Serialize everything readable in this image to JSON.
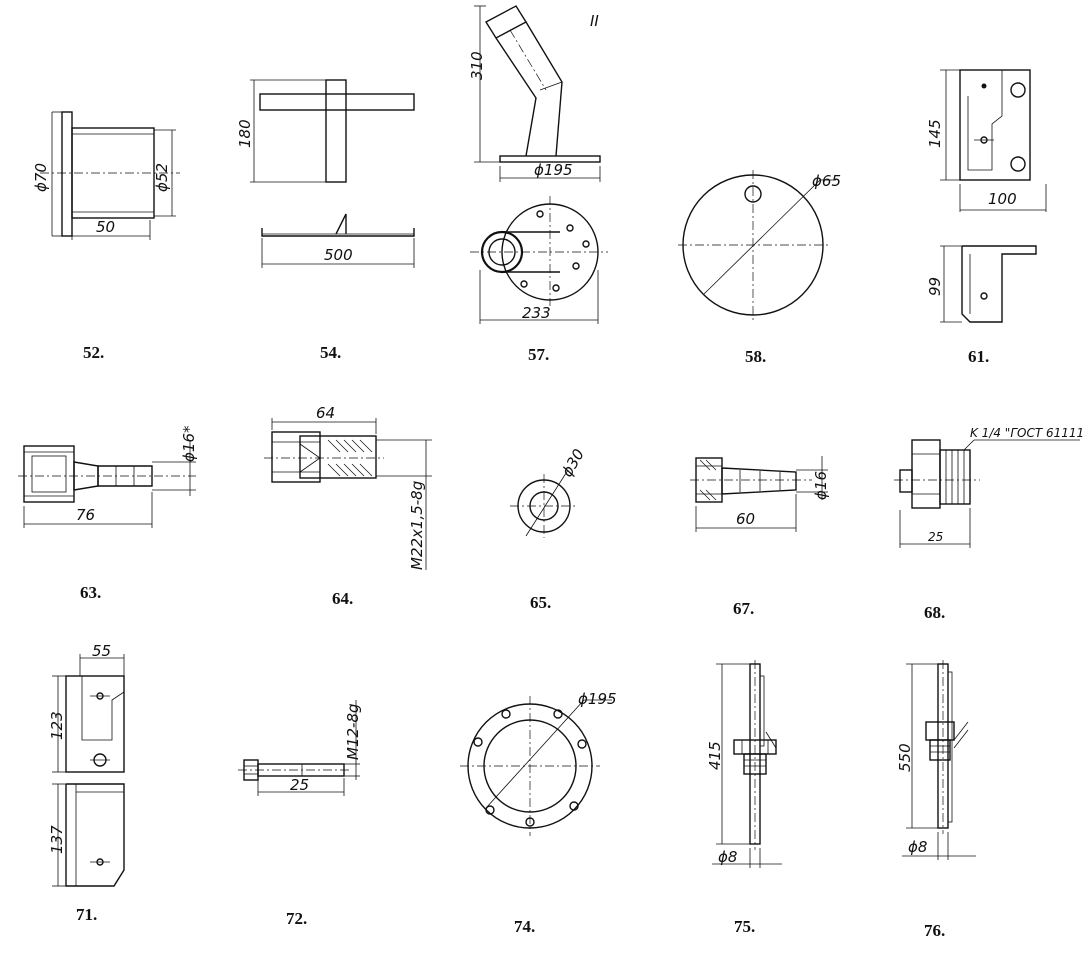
{
  "corner_mark": "II",
  "figures": [
    {
      "id": "fig-52",
      "number": "52.",
      "dims": [
        "ϕ70",
        "ϕ52",
        "50"
      ]
    },
    {
      "id": "fig-54",
      "number": "54.",
      "dims": [
        "180",
        "500"
      ]
    },
    {
      "id": "fig-57",
      "number": "57.",
      "dims": [
        "310",
        "ϕ195",
        "233"
      ]
    },
    {
      "id": "fig-58",
      "number": "58.",
      "dims": [
        "ϕ65"
      ]
    },
    {
      "id": "fig-61",
      "number": "61.",
      "dims": [
        "145",
        "100",
        "99"
      ]
    },
    {
      "id": "fig-63",
      "number": "63.",
      "dims": [
        "ϕ16*",
        "76"
      ]
    },
    {
      "id": "fig-64",
      "number": "64.",
      "dims": [
        "64",
        "M22x1,5-8g"
      ]
    },
    {
      "id": "fig-65",
      "number": "65.",
      "dims": [
        "ϕ30"
      ]
    },
    {
      "id": "fig-67",
      "number": "67.",
      "dims": [
        "ϕ16",
        "60"
      ]
    },
    {
      "id": "fig-68",
      "number": "68.",
      "dims": [
        "K 1/4 \"ГОСТ 61111",
        "25"
      ]
    },
    {
      "id": "fig-71",
      "number": "71.",
      "dims": [
        "55",
        "123",
        "137"
      ]
    },
    {
      "id": "fig-72",
      "number": "72.",
      "dims": [
        "M12-8g",
        "25"
      ]
    },
    {
      "id": "fig-74",
      "number": "74.",
      "dims": [
        "ϕ195"
      ]
    },
    {
      "id": "fig-75",
      "number": "75.",
      "dims": [
        "415",
        "ϕ8"
      ]
    },
    {
      "id": "fig-76",
      "number": "76.",
      "dims": [
        "550",
        "ϕ8"
      ]
    }
  ]
}
